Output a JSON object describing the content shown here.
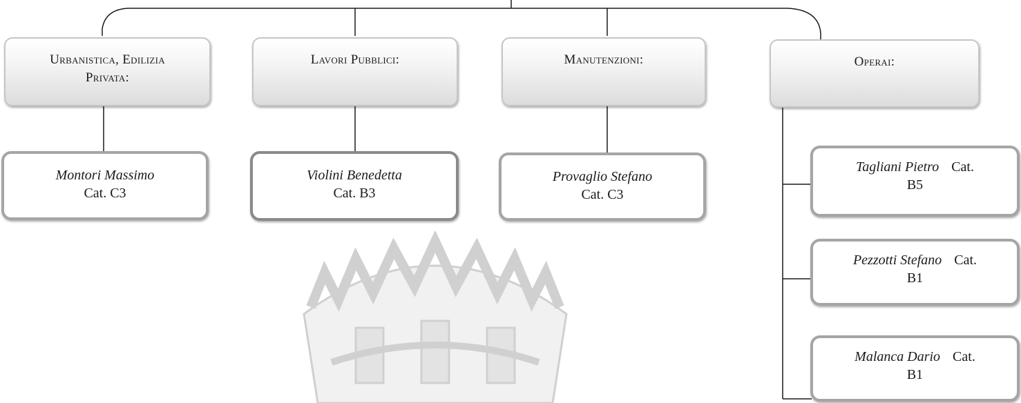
{
  "departments": [
    {
      "label_lines": [
        "Urbanistica, Edilizia",
        "Privata:"
      ]
    },
    {
      "label_lines": [
        "Lavori Pubblici:"
      ]
    },
    {
      "label_lines": [
        "Manutenzioni:"
      ]
    },
    {
      "label_lines": [
        "Operai:"
      ]
    }
  ],
  "people": [
    {
      "name": "Montori Massimo",
      "category": "Cat. C3"
    },
    {
      "name": "Violini Benedetta",
      "category": "Cat. B3"
    },
    {
      "name": "Provaglio Stefano",
      "category": "Cat. C3"
    }
  ],
  "workers": [
    {
      "name": "Tagliani Pietro",
      "cat_label": "Cat.",
      "cat_value": "B5"
    },
    {
      "name": "Pezzotti Stefano",
      "cat_label": "Cat.",
      "cat_value": "B1"
    },
    {
      "name": "Malanca Dario",
      "cat_label": "Cat.",
      "cat_value": "B1"
    }
  ],
  "colors": {
    "line": "#1a1a1a",
    "box_border": "#a5a5a5",
    "watermark": "#d4d4d4"
  },
  "watermark": "municipal crown emblem"
}
